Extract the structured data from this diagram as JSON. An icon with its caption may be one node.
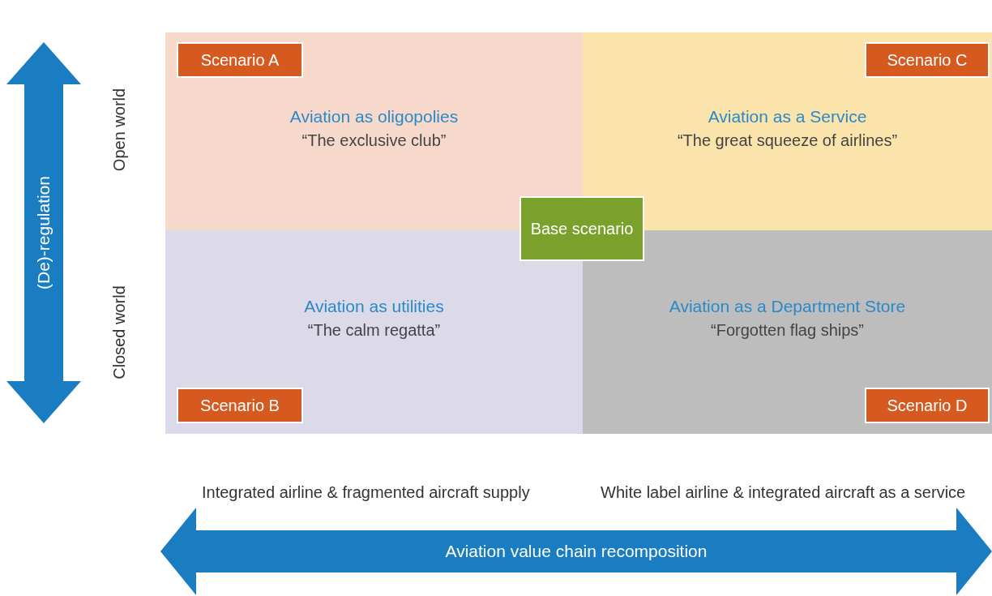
{
  "diagram": {
    "nodes": [
      {
        "text": [
          "Aviation as oligopolies",
          "“The exclusive club”"
        ]
      },
      {
        "text": [
          "Scenario A"
        ],
        "in": 0
      },
      {
        "text": [
          "Aviation as a Service",
          "“The great squeeze of airlines”"
        ]
      },
      {
        "text": [
          "Scenario C"
        ],
        "in": 2
      },
      {
        "text": [
          "Base scenario"
        ]
      },
      {
        "text": [
          "Aviation as utilities",
          "“The calm regatta”"
        ]
      },
      {
        "text": [
          "Scenario B"
        ],
        "in": 5
      },
      {
        "text": [
          "Aviation as a Department Store",
          "“Forgotten flag ships”"
        ]
      },
      {
        "text": [
          "Scenario D"
        ],
        "in": 7
      },
      {
        "text": [
          "(De)-regulation"
        ]
      },
      {
        "text": [
          "Aviation value chain recomposition"
        ]
      }
    ],
    "labels": [
      "Open world",
      "Closed world",
      "Integrated airline & fragmented aircraft supply",
      "White label airline & integrated aircraft as a service"
    ]
  }
}
